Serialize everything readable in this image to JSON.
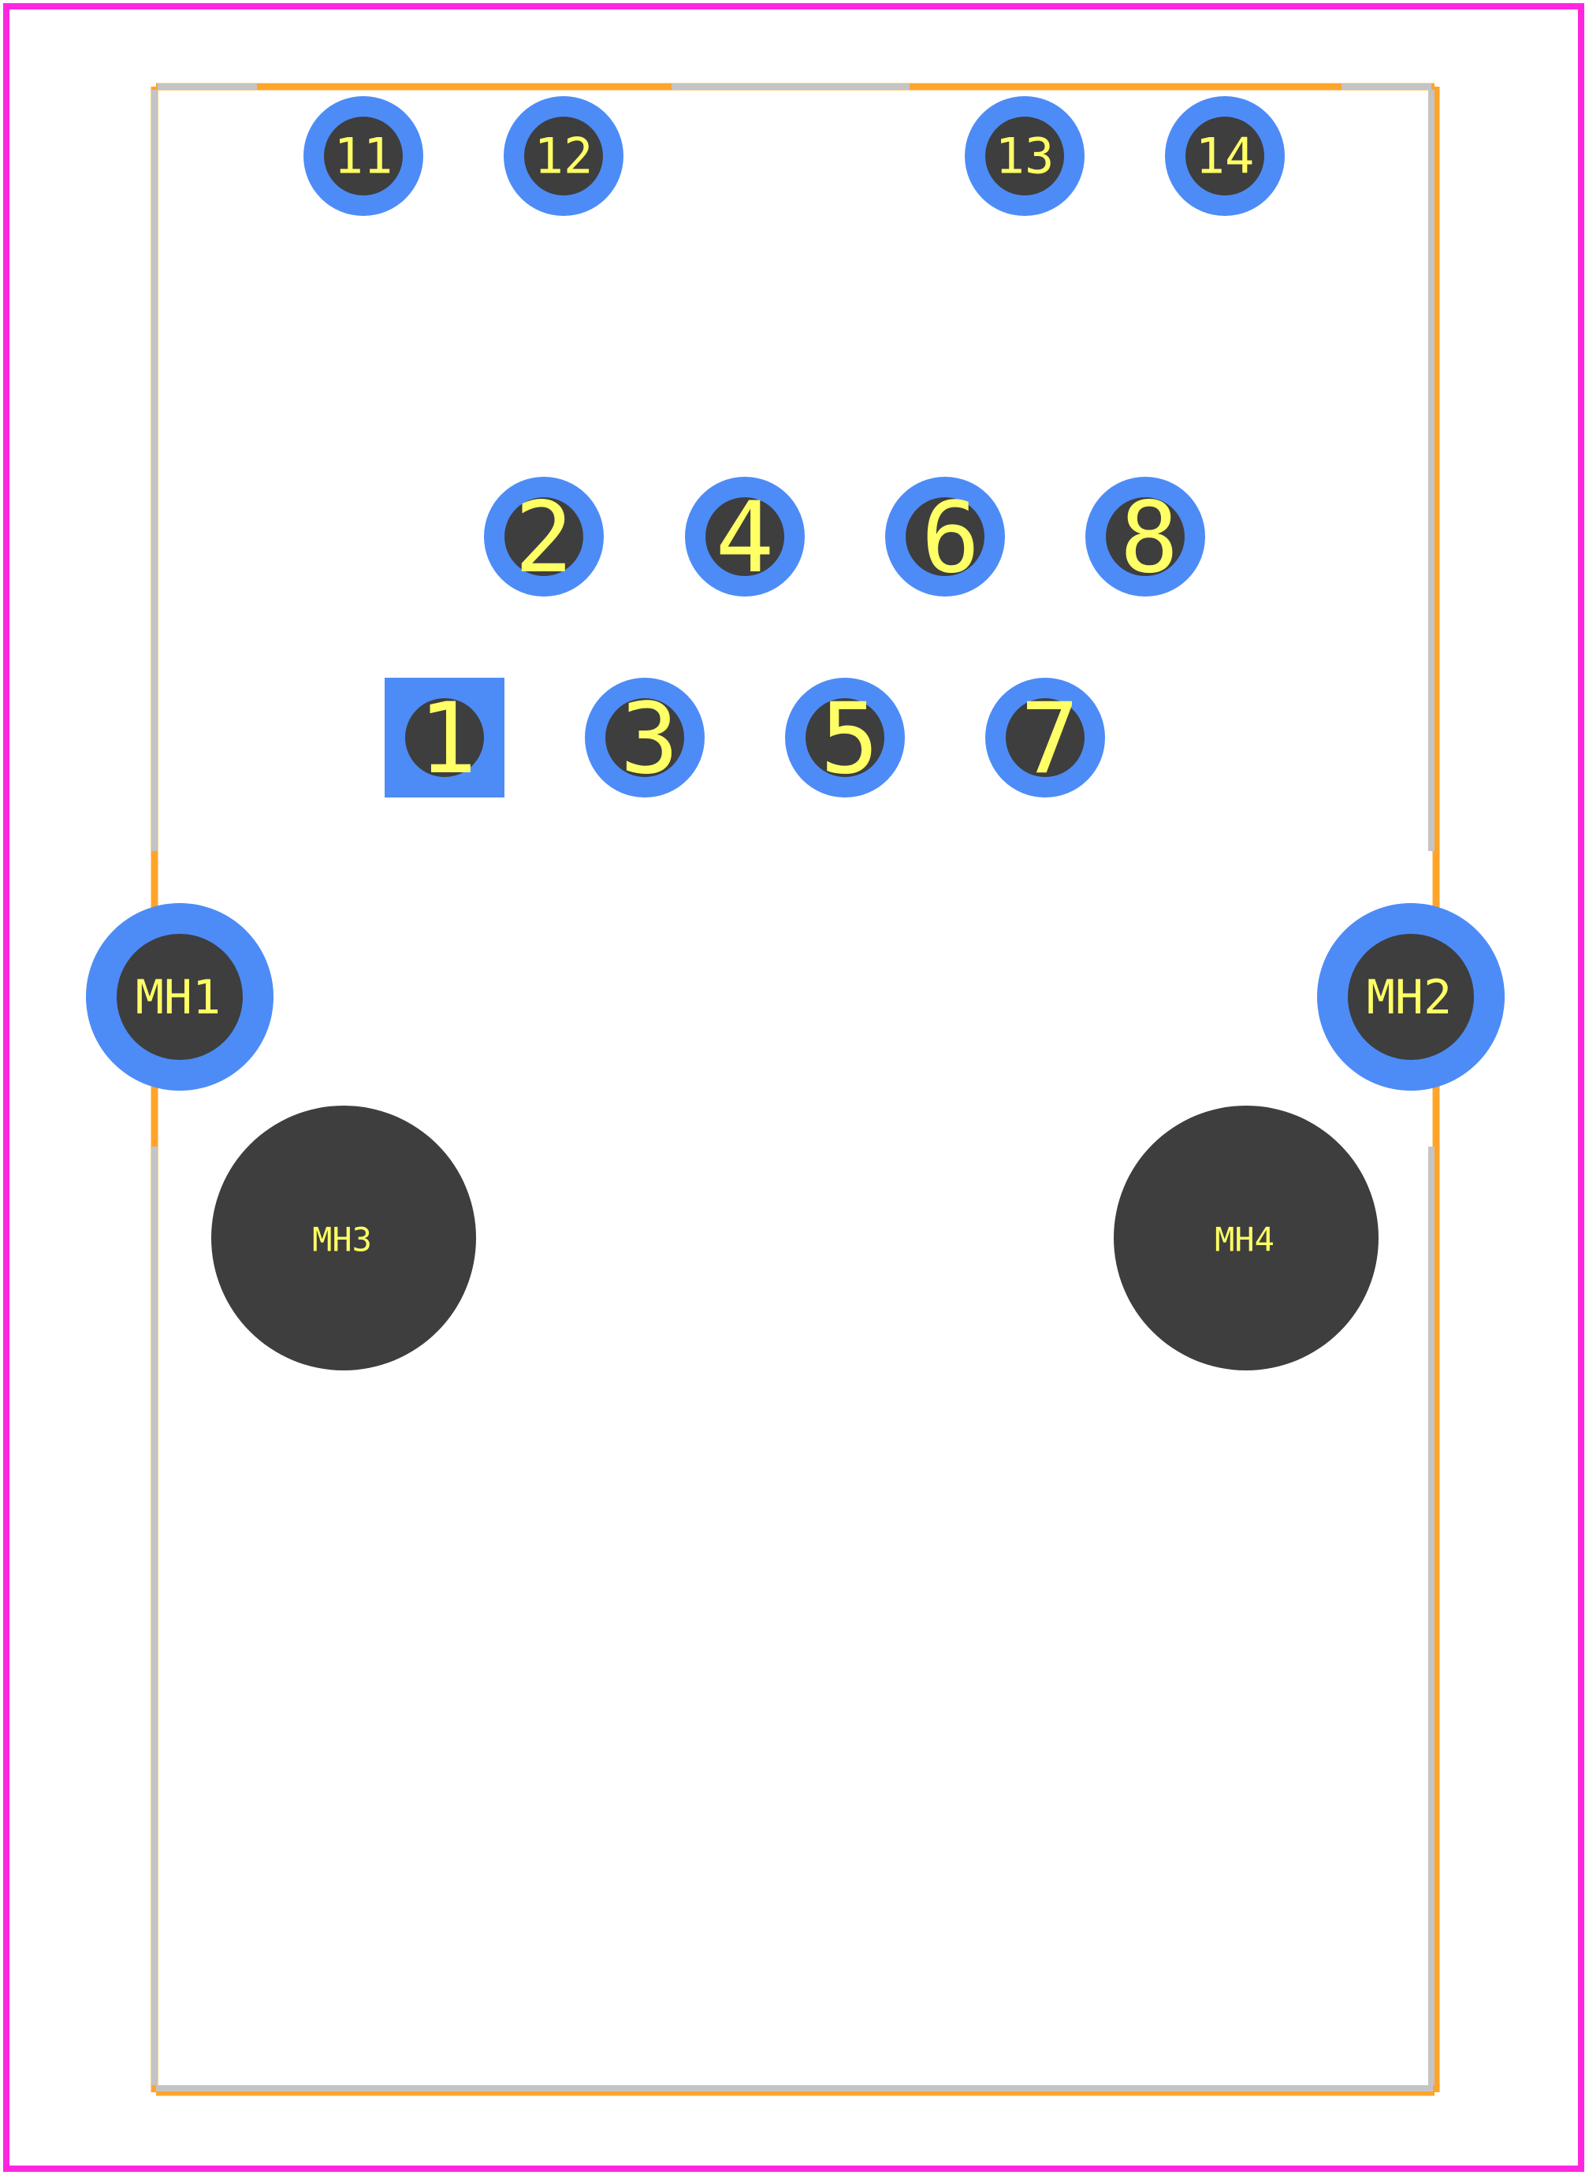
{
  "colors": {
    "background": "#ffffff",
    "courtyard": "#ff26e2",
    "silkscreen": "#ffa42b",
    "fab_outline": "#c4c4c4",
    "copper_pad": "#4d8cf7",
    "drill_hole": "#3e3e3e",
    "pad_label": "#ffff66"
  },
  "pads": {
    "p11": {
      "label": "11"
    },
    "p12": {
      "label": "12"
    },
    "p13": {
      "label": "13"
    },
    "p14": {
      "label": "14"
    },
    "p1": {
      "label": "1",
      "shape": "square"
    },
    "p2": {
      "label": "2"
    },
    "p3": {
      "label": "3"
    },
    "p4": {
      "label": "4"
    },
    "p5": {
      "label": "5"
    },
    "p6": {
      "label": "6"
    },
    "p7": {
      "label": "7"
    },
    "p8": {
      "label": "8"
    },
    "mh1": {
      "label": "MH1"
    },
    "mh2": {
      "label": "MH2"
    },
    "mh3": {
      "label": "MH3",
      "plated": false
    },
    "mh4": {
      "label": "MH4",
      "plated": false
    }
  }
}
